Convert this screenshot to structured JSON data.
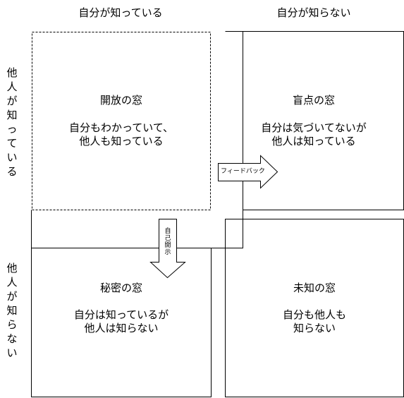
{
  "columns": {
    "known_to_self": "自分が知っている",
    "unknown_to_self": "自分が知らない"
  },
  "rows": {
    "known_to_others": "他人が知っている",
    "unknown_to_others": "他人が知らない"
  },
  "quadrants": {
    "open": {
      "title": "開放の窓",
      "description": "自分もわかっていて、\n他人も知っている"
    },
    "blind": {
      "title": "盲点の窓",
      "description": "自分は気づいてないが\n他人は知っている"
    },
    "hidden": {
      "title": "秘密の窓",
      "description": "自分は知っているが\n他人は知らない"
    },
    "unknown": {
      "title": "未知の窓",
      "description": "自分も他人も\n知らない"
    }
  },
  "arrows": {
    "feedback": "フィードバック",
    "self_disclosure": "自己開示"
  }
}
